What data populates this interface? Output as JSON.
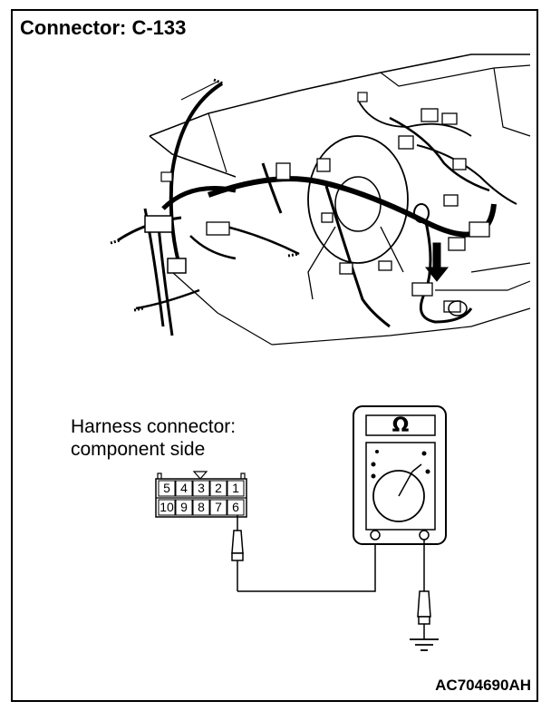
{
  "title": "Connector: C-133",
  "harness": {
    "line1": "Harness connector:",
    "line2": "component side"
  },
  "connector": {
    "top_row": [
      "5",
      "4",
      "3",
      "2",
      "1"
    ],
    "bottom_row": [
      "10",
      "9",
      "8",
      "7",
      "6"
    ]
  },
  "meter": {
    "symbol": "Ω"
  },
  "reference_code": "AC704690AH",
  "icons": [
    "dashboard-wiring-illustration",
    "ohmmeter-icon",
    "ground-symbol-icon",
    "probe-icon",
    "arrow-icon"
  ]
}
